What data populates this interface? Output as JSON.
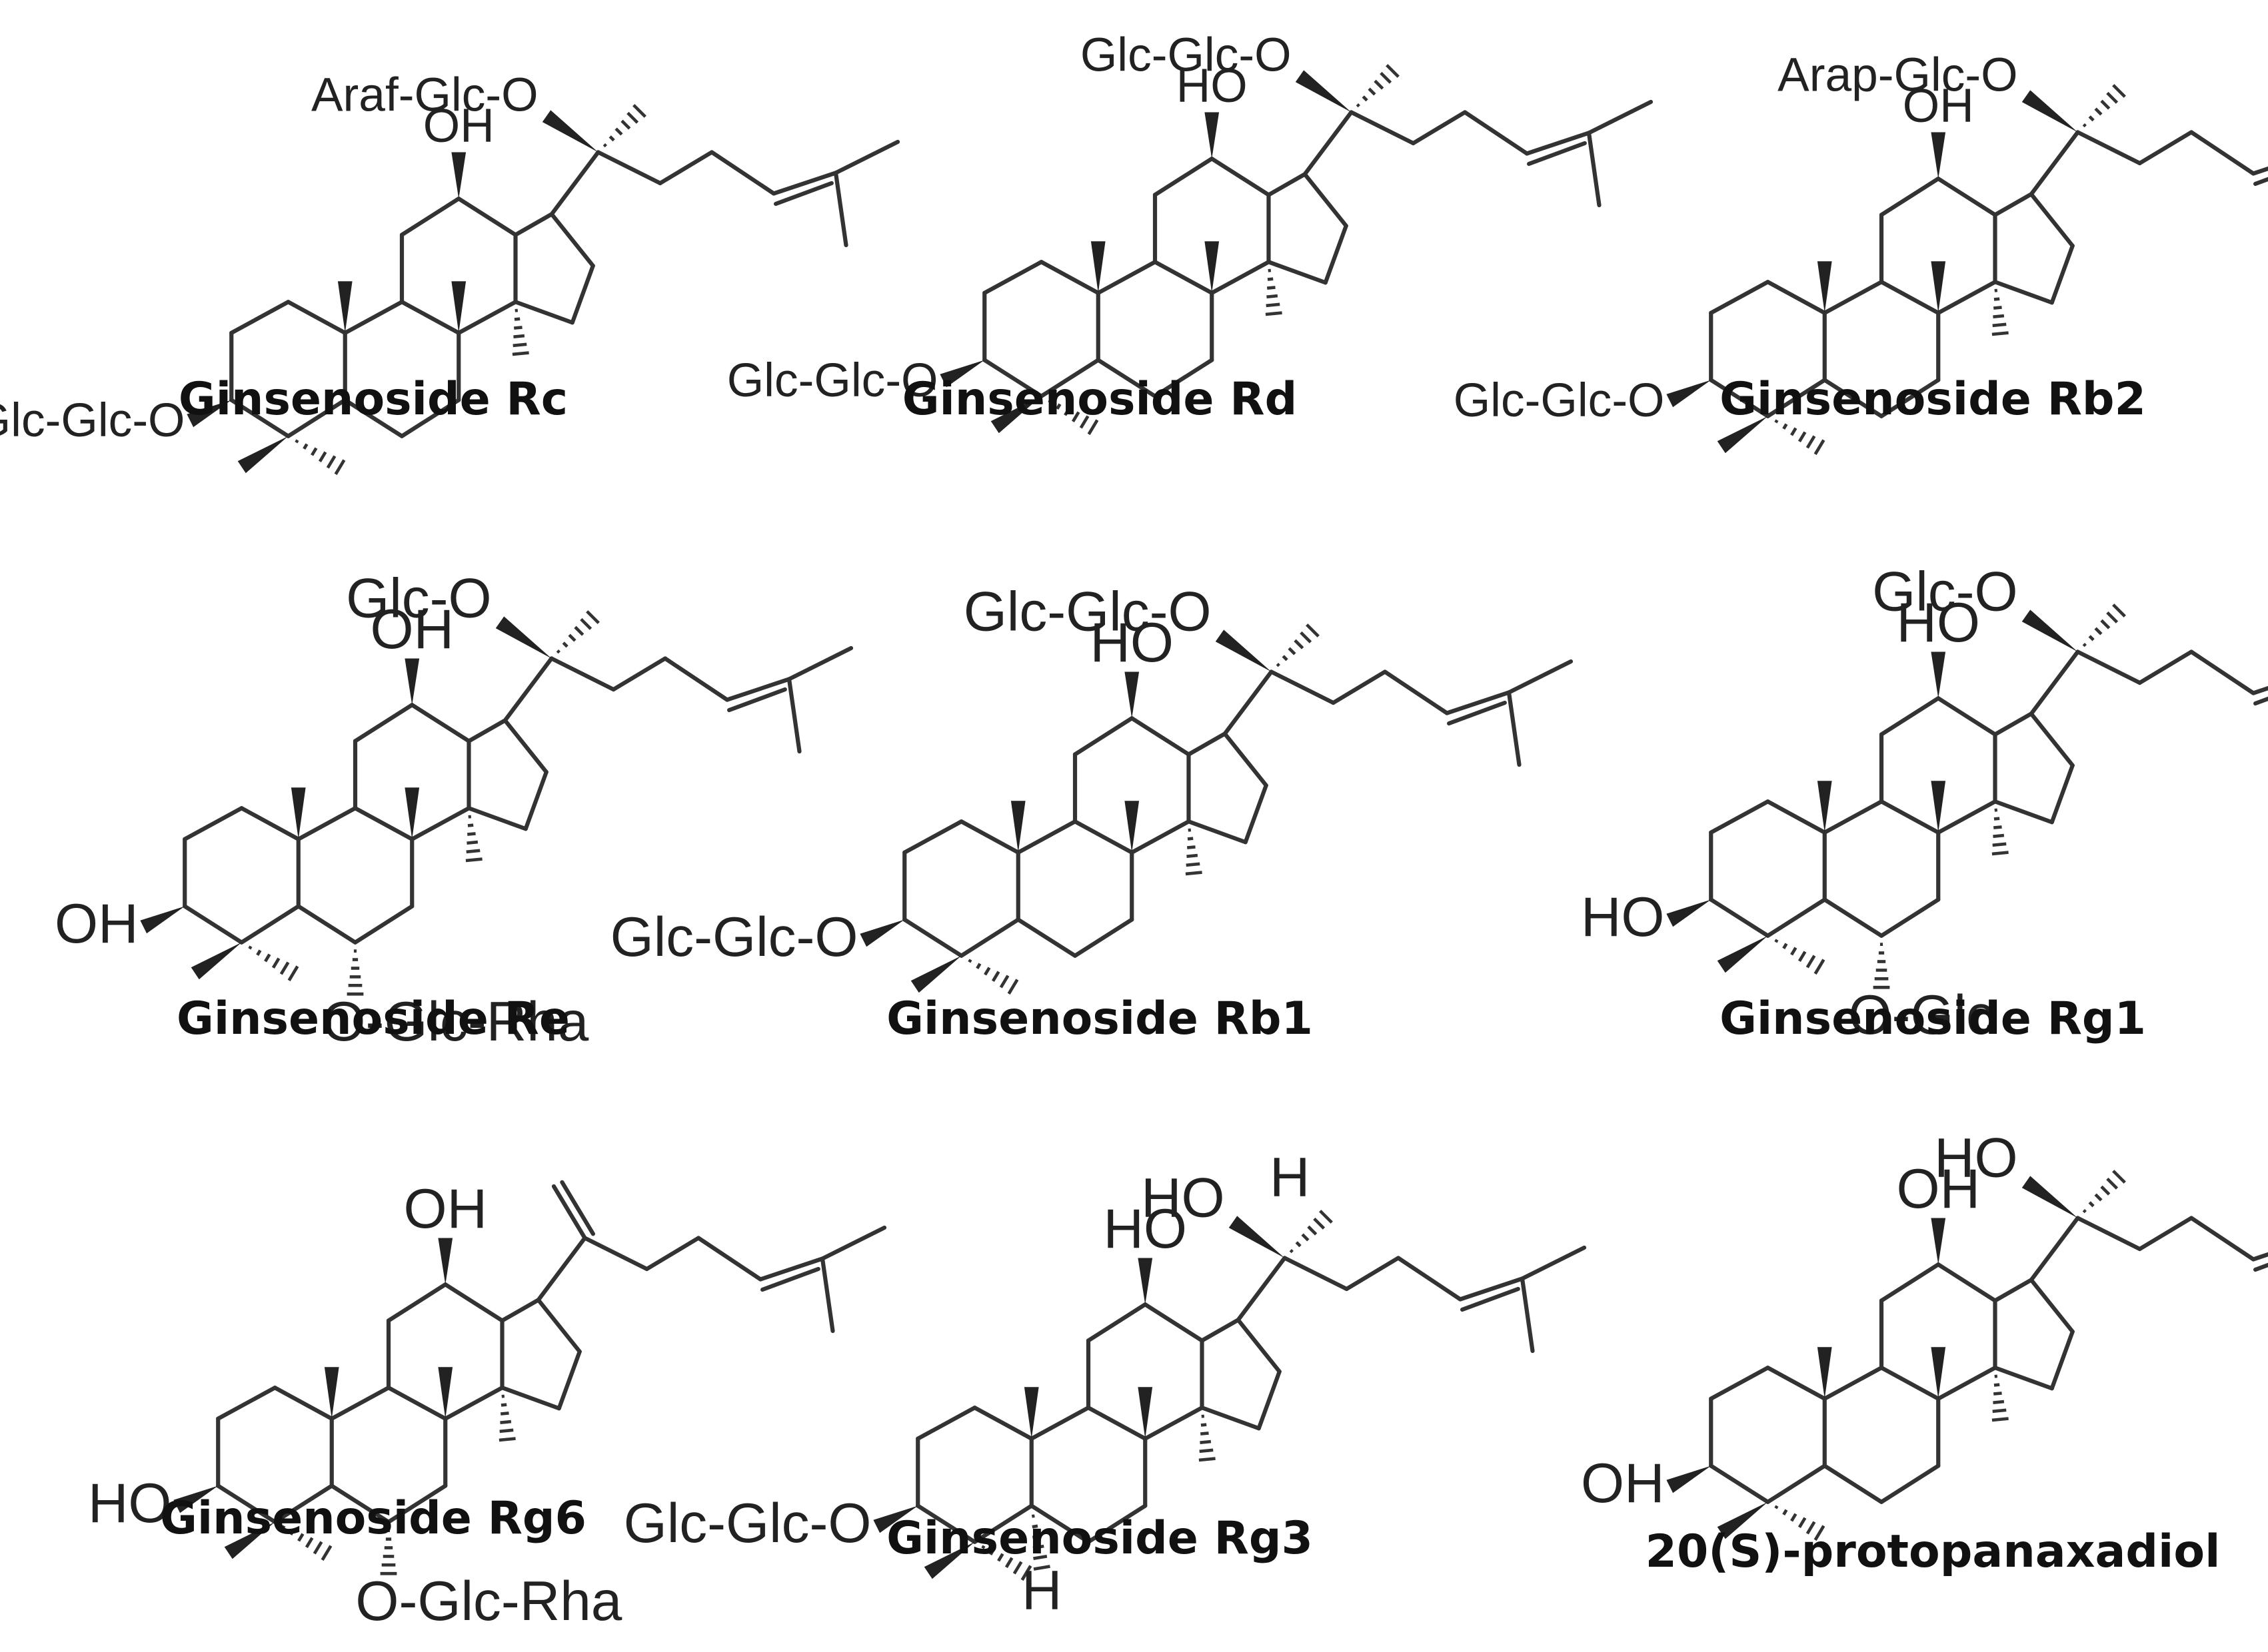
{
  "compounds": [
    {
      "name": "Ginsenoside Rc",
      "labels": {
        "s20": "Araf-Glc-O",
        "o12": "OH",
        "o3": "Glc-Glc-O"
      }
    },
    {
      "name": "Ginsenoside Rd",
      "labels": {
        "s20": "Glc-Glc-O",
        "o12": "HO",
        "o3": "Glc-Glc-O"
      }
    },
    {
      "name": "Ginsenoside Rb2",
      "labels": {
        "s20": "Arap-Glc-O",
        "o12": "OH",
        "o3": "Glc-Glc-O"
      }
    },
    {
      "name": "Ginsenoside Re",
      "labels": {
        "s20": "Glc-O",
        "o12": "OH",
        "o3": "OH",
        "o6": "O-Glc-Rha"
      }
    },
    {
      "name": "Ginsenoside Rb1",
      "labels": {
        "s20": "Glc-Glc-O",
        "o12": "HO",
        "o3": "Glc-Glc-O"
      }
    },
    {
      "name": "Ginsenoside Rg1",
      "labels": {
        "s20": "Glc-O",
        "o12": "HO",
        "o3": "HO",
        "o6": "O-Glc"
      }
    },
    {
      "name": "Ginsenoside Rg6",
      "labels": {
        "o12": "OH",
        "o3": "HO",
        "o6": "O-Glc-Rha"
      }
    },
    {
      "name": "Ginsenoside Rg3",
      "labels": {
        "s20": "HO",
        "h20": "H",
        "o12": "HO",
        "o3": "Glc-Glc-O",
        "h5": "H"
      }
    },
    {
      "name": "20(S)-protopanaxadiol",
      "labels": {
        "s20": "HO",
        "o12": "OH",
        "o3": "OH"
      }
    }
  ]
}
